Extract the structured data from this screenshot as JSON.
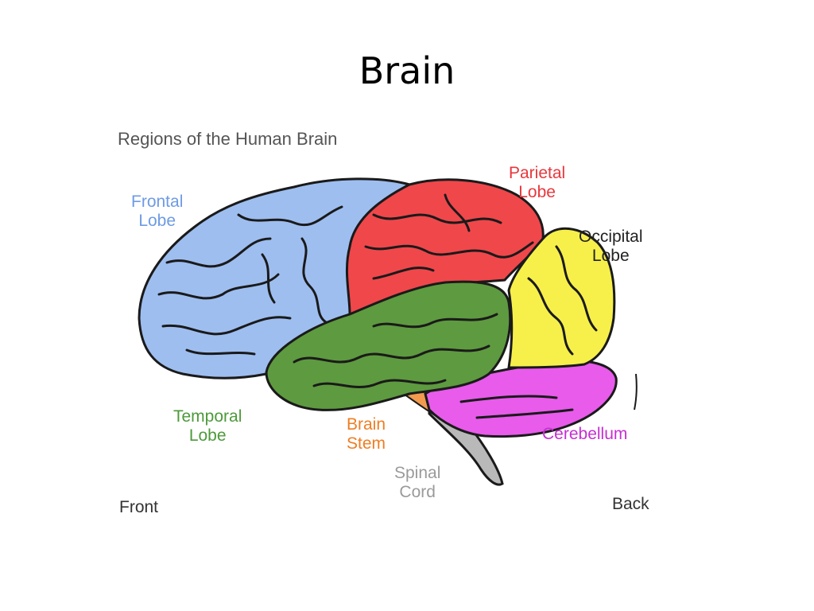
{
  "slide": {
    "title": "Brain"
  },
  "diagram": {
    "title": "Regions of the Human Brain",
    "regions": {
      "frontal": {
        "line1": "Frontal",
        "line2": "Lobe",
        "color": "#9EBEF0"
      },
      "parietal": {
        "line1": "Parietal",
        "line2": "Lobe",
        "color": "#F0474B"
      },
      "occipital": {
        "line1": "Occipital",
        "line2": "Lobe",
        "color": "#F7F04A"
      },
      "temporal": {
        "line1": "Temporal",
        "line2": "Lobe",
        "color": "#5E9A3F"
      },
      "brainstem": {
        "line1": "Brain",
        "line2": "Stem",
        "color": "#F29A4E"
      },
      "spinal": {
        "line1": "Spinal",
        "line2": "Cord",
        "color": "#B9B9B9"
      },
      "cerebellum": {
        "line1": "Cerebellum",
        "color": "#E85BEB"
      }
    },
    "orientation": {
      "front": "Front",
      "back": "Back"
    },
    "label_colors": {
      "frontal": "#6E9BE3",
      "parietal": "#E8373C",
      "occipital": "#222222",
      "temporal": "#4C9A3A",
      "brainstem": "#EF7D22",
      "spinal": "#9A9A9A",
      "cerebellum": "#C62FD0",
      "orientation": "#333333"
    }
  }
}
